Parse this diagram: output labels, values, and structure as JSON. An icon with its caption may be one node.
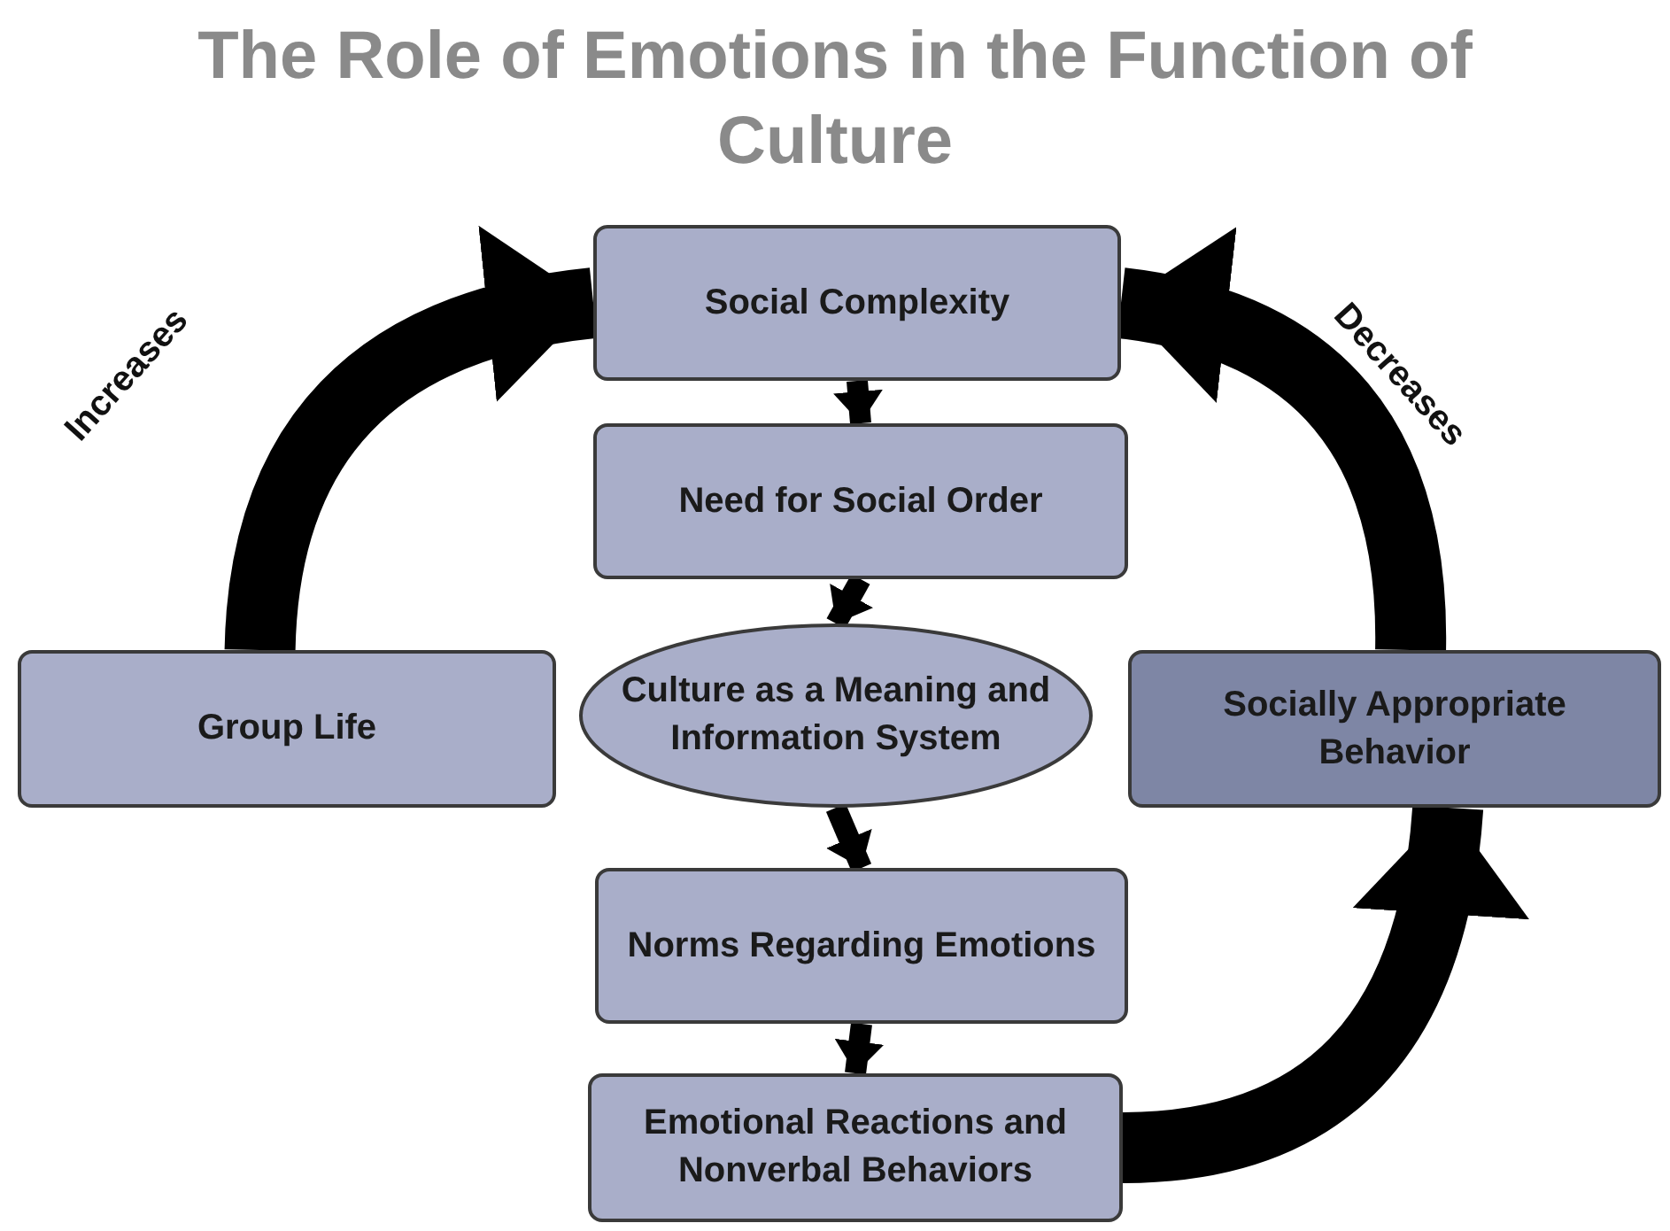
{
  "diagram": {
    "title": "The Role of Emotions in the Function of Culture",
    "nodes": [
      {
        "text": [
          "Social Complexity"
        ]
      },
      {
        "text": [
          "Need for Social Order"
        ]
      },
      {
        "text": [
          "Culture as a Meaning and Information System"
        ]
      },
      {
        "text": [
          "Norms Regarding Emotions"
        ]
      },
      {
        "text": [
          "Emotional Reactions and Nonverbal Behaviors"
        ]
      },
      {
        "text": [
          "Group Life"
        ]
      },
      {
        "text": [
          "Socially Appropriate Behavior"
        ]
      }
    ],
    "edges": [
      {
        "from": 0,
        "to": 1,
        "arrow": "to"
      },
      {
        "from": 1,
        "to": 2,
        "arrow": "to"
      },
      {
        "from": 2,
        "to": 3,
        "arrow": "to"
      },
      {
        "from": 3,
        "to": 4,
        "arrow": "to"
      },
      {
        "from": 5,
        "to": 0,
        "arrow": "to",
        "label": "Increases",
        "style": "thick"
      },
      {
        "from": 6,
        "to": 0,
        "arrow": "to",
        "label": "Decreases",
        "style": "thick"
      },
      {
        "from": 4,
        "to": 6,
        "arrow": "to",
        "style": "thick"
      }
    ]
  }
}
